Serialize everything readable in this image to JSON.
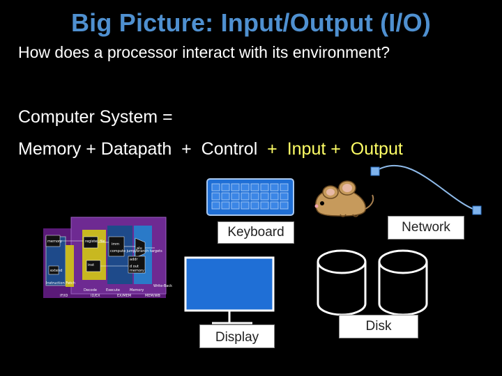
{
  "title": "Big Picture: Input/Output (I/O)",
  "subtitle": "How does a processor interact with its environment?",
  "equation": {
    "line1": "Computer System =",
    "part_memory": "Memory + Datapath",
    "plus1": "+",
    "part_control": "Control",
    "plus2": "+",
    "part_input": "Input +",
    "part_output": "Output"
  },
  "labels": {
    "keyboard": "Keyboard",
    "network": "Network",
    "display": "Display",
    "disk": "Disk"
  },
  "datapath": {
    "stage_labels": [
      "Instruction Fetch",
      "Decode",
      "Execute",
      "Memory",
      "Write-Back"
    ],
    "box_labels": [
      "memory",
      "register file",
      "alu",
      "inst",
      "extend",
      "imm",
      "compute jump/branch targets",
      "addr",
      "d out",
      "memory"
    ],
    "bottom_labels": [
      "IF/ID",
      "ID/EX",
      "EX/MEM",
      "MEM/WB"
    ]
  },
  "colors": {
    "title": "#4f90d0",
    "highlight": "#ffff66",
    "device_blue": "#1f6fd6",
    "disk_stroke": "#ffffff"
  }
}
